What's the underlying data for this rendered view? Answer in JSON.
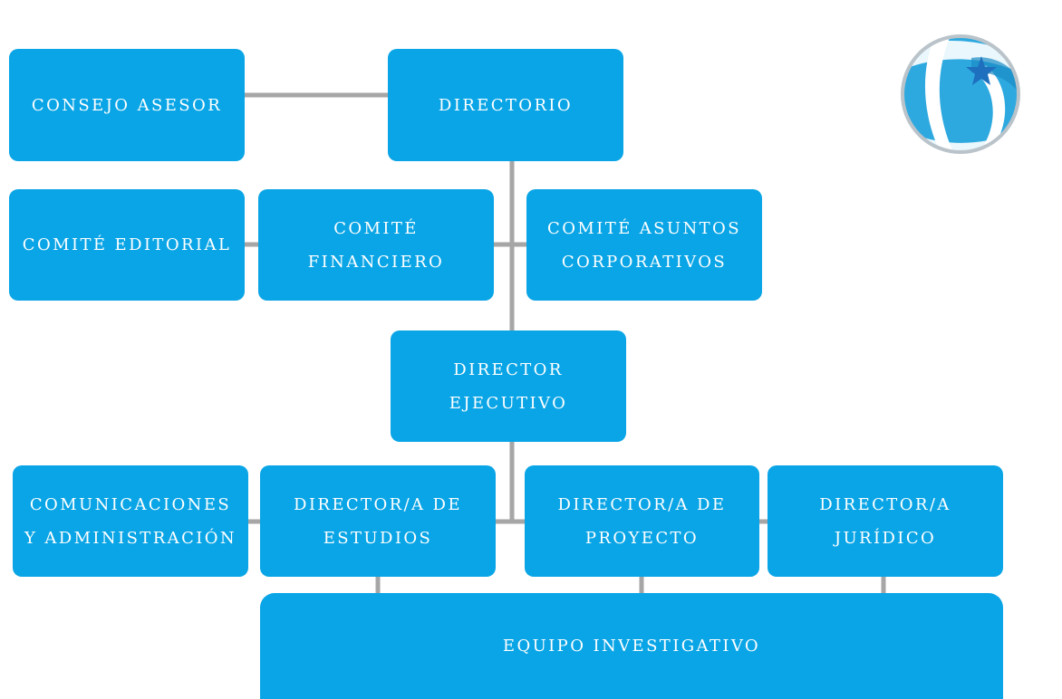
{
  "colors": {
    "node_fill": "#0aa5e6",
    "node_text": "#ffffff",
    "connector": "#a6a6a6",
    "logo_blue": "#2da9e0",
    "logo_star": "#1f6fbf"
  },
  "logo": {
    "icon": "globe-star-logo"
  },
  "nodes": {
    "consejo_asesor": "CONSEJO ASESOR",
    "directorio": "DIRECTORIO",
    "comite_editorial": "COMITÉ EDITORIAL",
    "comite_financiero": "COMITÉ\nFINANCIERO",
    "comite_asuntos_corporativos": "COMITÉ ASUNTOS\nCORPORATIVOS",
    "director_ejecutivo": "DIRECTOR\nEJECUTIVO",
    "comunicaciones_administracion": "COMUNICACIONES\nY ADMINISTRACIÓN",
    "director_estudios": "DIRECTOR/A DE\nESTUDIOS",
    "director_proyecto": "DIRECTOR/A DE\nPROYECTO",
    "director_juridico": "DIRECTOR/A\nJURÍDICO",
    "equipo_investigativo": "EQUIPO INVESTIGATIVO"
  }
}
